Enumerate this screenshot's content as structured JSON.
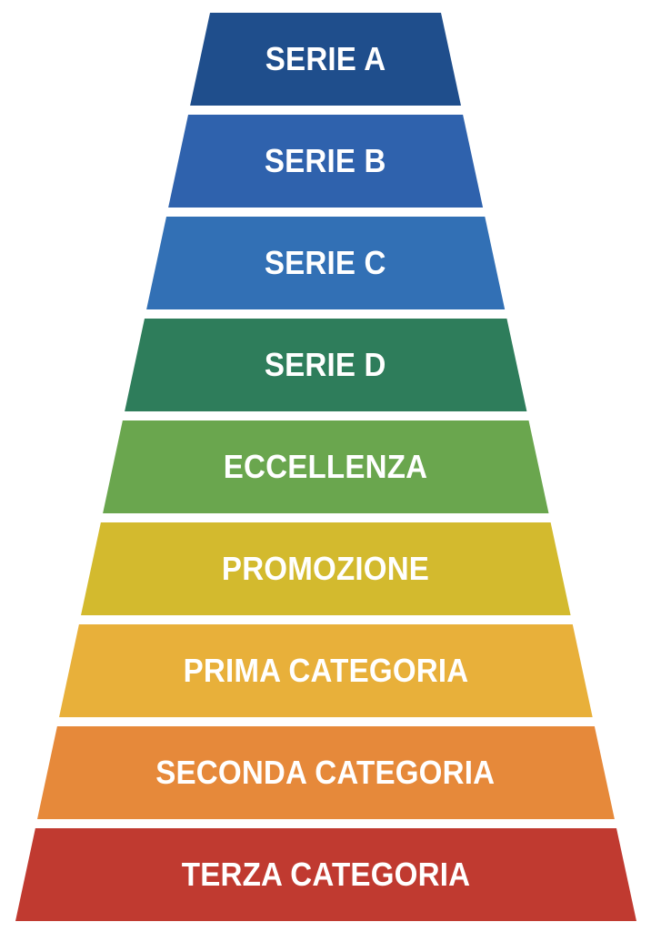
{
  "diagram": {
    "type": "pyramid",
    "title": "",
    "tiers": [
      {
        "label": "SERIE A",
        "color": "#1f4e8c"
      },
      {
        "label": "SERIE B",
        "color": "#2f62ad"
      },
      {
        "label": "SERIE C",
        "color": "#3270b5"
      },
      {
        "label": "SERIE D",
        "color": "#2e7d5b"
      },
      {
        "label": "ECCELLENZA",
        "color": "#6aa64e"
      },
      {
        "label": "PROMOZIONE",
        "color": "#d3ba2e"
      },
      {
        "label": "PRIMA CATEGORIA",
        "color": "#e8b03a"
      },
      {
        "label": "SECONDA CATEGORIA",
        "color": "#e6893a"
      },
      {
        "label": "TERZA CATEGORIA",
        "color": "#c03a30"
      }
    ]
  }
}
